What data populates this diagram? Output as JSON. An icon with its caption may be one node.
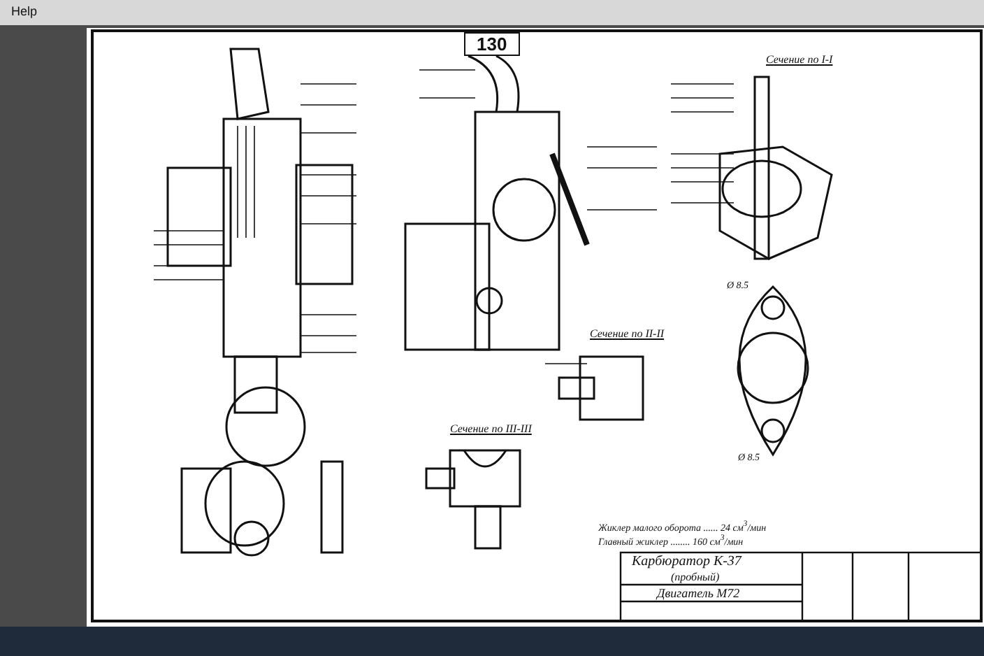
{
  "diagram": {
    "nodes": [
      {
        "text": [],
        "shape": "bar"
      },
      {
        "text": [],
        "shape": "bar"
      }
    ],
    "labels": [
      "Help",
      "130",
      "Сечение по I-I",
      "Ø 8.5",
      "Сечение по II-II",
      "Сечение по III-III",
      "Ø 8.5",
      "Жиклер малого оборота ...... 24 см$^{3}$/мин",
      "Главный жиклер ........ 160 см$^{3}$/мин",
      "Карбюратор К-37",
      "(пробный)",
      "Двигатель М72"
    ]
  }
}
